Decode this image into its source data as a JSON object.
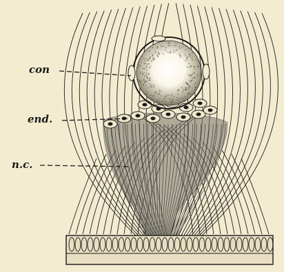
{
  "figure": {
    "labels": [
      {
        "id": "con",
        "text": "con"
      },
      {
        "id": "end",
        "text": "end."
      },
      {
        "id": "nc",
        "text": "n.c."
      }
    ],
    "colors": {
      "paper": "#f4ecd1",
      "ink": "#1a1a1a",
      "stipple": "#6d6a5f"
    }
  }
}
